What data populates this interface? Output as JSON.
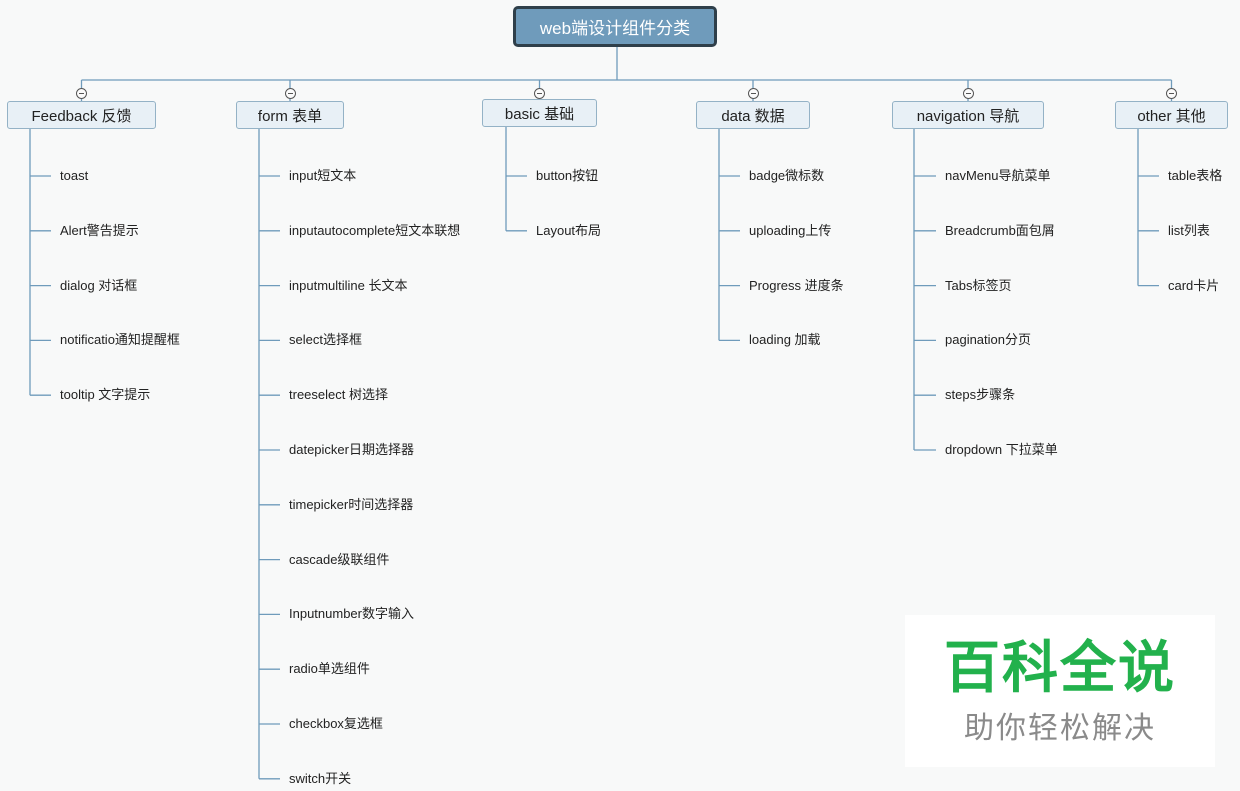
{
  "root": {
    "label": "web端设计组件分类"
  },
  "branches": [
    {
      "label": "Feedback 反馈",
      "items": [
        "toast",
        "Alert警告提示",
        "dialog 对话框",
        "notificatio通知提醒框",
        "tooltip 文字提示"
      ]
    },
    {
      "label": "form 表单",
      "items": [
        "input短文本",
        "inputautocomplete短文本联想",
        "inputmultiline 长文本",
        "select选择框",
        "treeselect 树选择",
        "datepicker日期选择器",
        "timepicker时间选择器",
        "cascade级联组件",
        "Inputnumber数字输入",
        "radio单选组件",
        "checkbox复选框",
        "switch开关"
      ]
    },
    {
      "label": "basic 基础",
      "items": [
        "button按钮",
        "Layout布局"
      ]
    },
    {
      "label": "data 数据",
      "items": [
        "badge微标数",
        "uploading上传",
        "Progress 进度条",
        "loading 加载"
      ]
    },
    {
      "label": "navigation 导航",
      "items": [
        "navMenu导航菜单",
        "Breadcrumb面包屑",
        "Tabs标签页",
        "pagination分页",
        "steps步骤条",
        "dropdown 下拉菜单"
      ]
    },
    {
      "label": "other 其他",
      "items": [
        "table表格",
        "list列表",
        "card卡片"
      ]
    }
  ],
  "watermark": {
    "main": "百科全说",
    "sub": "助你轻松解决"
  },
  "colors": {
    "root_fill": "#6f9bbb",
    "root_border": "#2f3f4a",
    "branch_fill": "#e8f0f6",
    "branch_border": "#94b2c6",
    "connector": "#6f9bbb",
    "watermark_green": "#22b14c"
  }
}
